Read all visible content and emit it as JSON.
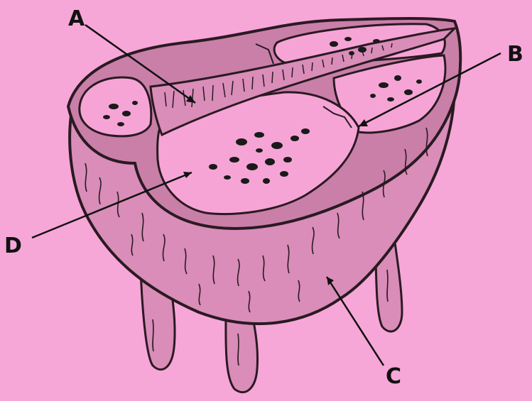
{
  "labels": {
    "a": "A",
    "b": "B",
    "c": "C",
    "d": "D"
  },
  "colors": {
    "background": "#F7A6D8",
    "tissue": "#D98DB8",
    "rim": "#C97FA8",
    "chamber": "#F6A4D6",
    "outline": "#2A1A22",
    "spots": "#1A1A1A"
  }
}
